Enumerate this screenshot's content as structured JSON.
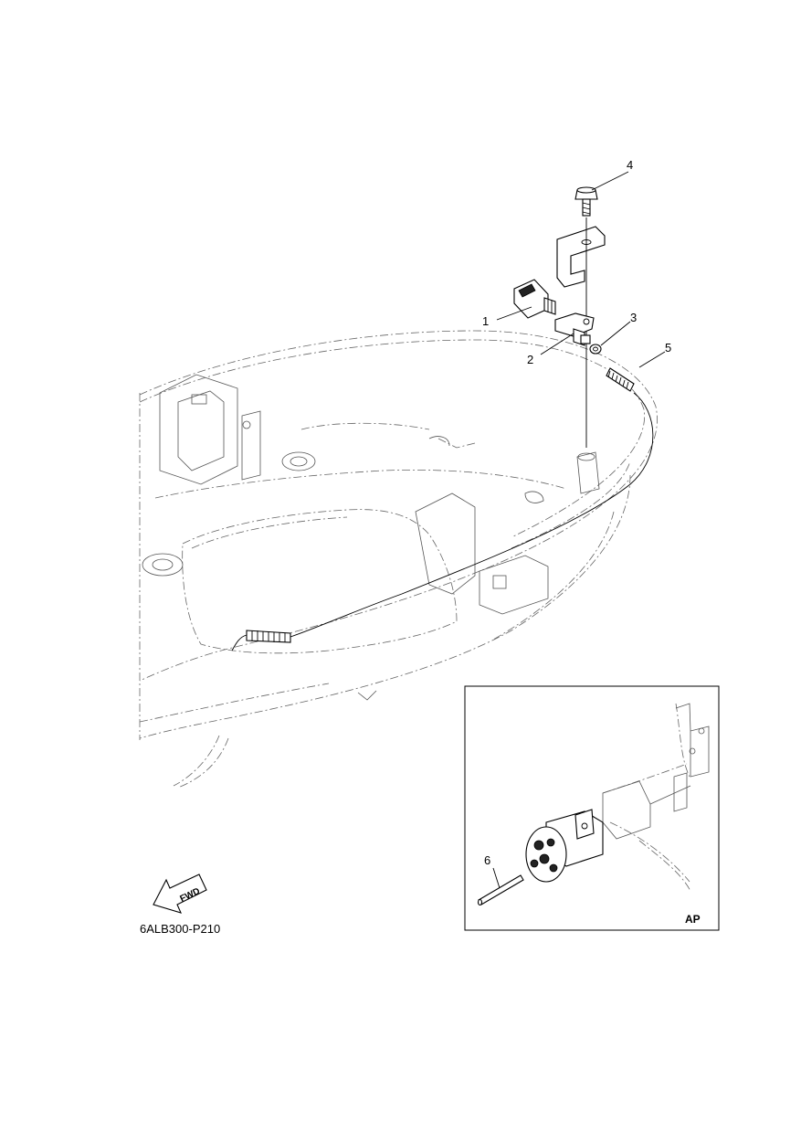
{
  "diagram_code": "6ALB300-P210",
  "inset_label": "AP",
  "direction_arrow_text": "FWD",
  "callouts": [
    "1",
    "2",
    "3",
    "4",
    "5",
    "6"
  ]
}
